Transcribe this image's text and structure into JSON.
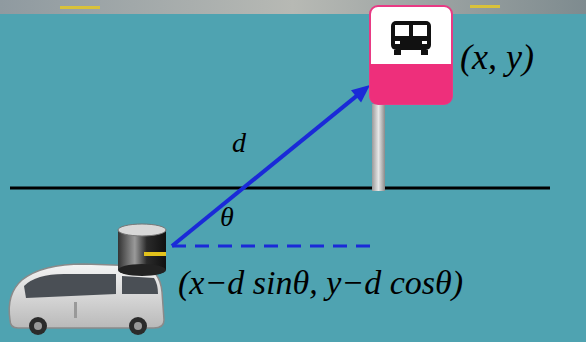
{
  "diagram": {
    "nodes": [
      {
        "text": [
          "(x, y)"
        ]
      },
      {
        "text": [
          "(x−d sinθ, y−d cosθ)"
        ]
      }
    ],
    "edges": [
      {
        "from": 1,
        "to": 0,
        "arrow": "to",
        "label": "d"
      }
    ],
    "labels": [
      "θ"
    ]
  }
}
